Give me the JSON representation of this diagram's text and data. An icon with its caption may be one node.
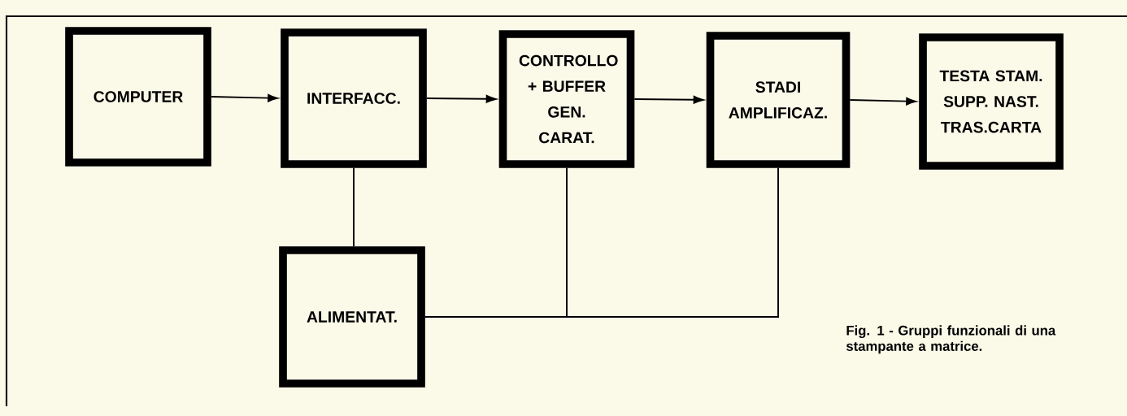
{
  "diagram": {
    "caption": "Fig. 1 - Gruppi funzionali di una stampante a matrice.",
    "nodes": [
      {
        "text": [
          "COMPUTER"
        ]
      },
      {
        "text": [
          "INTERFACC."
        ]
      },
      {
        "text": [
          "CONTROLLO + BUFFER GEN. CARAT."
        ]
      },
      {
        "text": [
          "STADI AMPLIFICAZ."
        ]
      },
      {
        "text": [
          "TESTA STAM. SUPP. NAST. TRAS.CARTA"
        ]
      },
      {
        "text": [
          "ALIMENTAT."
        ]
      }
    ],
    "edges": [
      {
        "from": 0,
        "to": 1,
        "arrow": "to"
      },
      {
        "from": 1,
        "to": 2,
        "arrow": "to"
      },
      {
        "from": 2,
        "to": 3,
        "arrow": "to"
      },
      {
        "from": 3,
        "to": 4,
        "arrow": "to"
      },
      {
        "from": 1,
        "to": 5,
        "arrow": "none"
      },
      {
        "from": 5,
        "to": 2,
        "arrow": "none"
      },
      {
        "from": 5,
        "to": 3,
        "arrow": "none"
      }
    ]
  }
}
